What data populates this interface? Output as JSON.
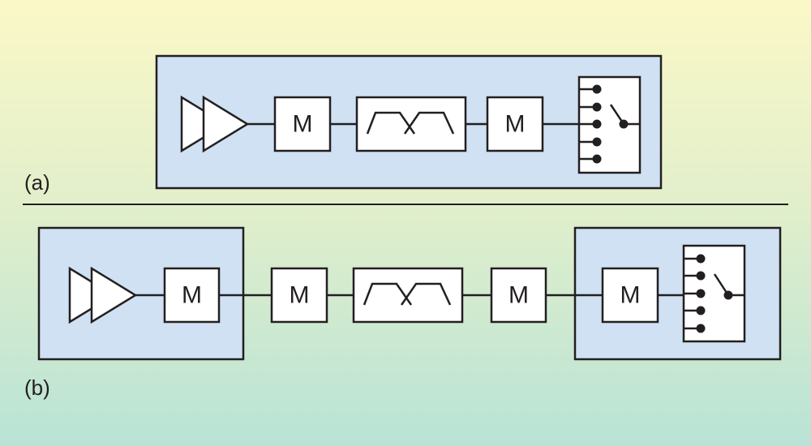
{
  "diagram_a": {
    "caption": "(a)",
    "blocks": {
      "mixer_1": "M",
      "mixer_2": "M"
    }
  },
  "diagram_b": {
    "caption": "(b)",
    "blocks": {
      "mixer_1": "M",
      "mixer_2": "M",
      "mixer_3": "M",
      "mixer_4": "M"
    }
  },
  "colors": {
    "panel_fill": "#cfe1f3",
    "stroke": "#231f20",
    "background_top": "#fbf8c7",
    "background_bottom": "#b9e3d6"
  },
  "icons": {
    "amplifier": "amplifier-icon",
    "filter": "bandpass-filter-icon",
    "switch": "switch-matrix-icon"
  }
}
